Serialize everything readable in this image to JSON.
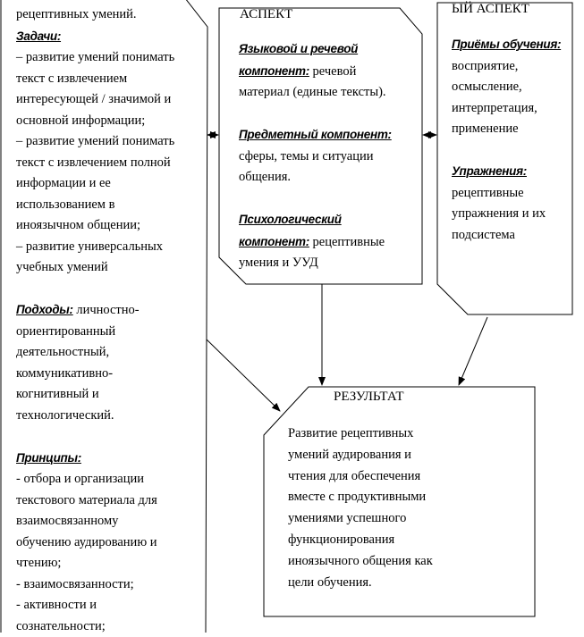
{
  "left_box": {
    "lines": [
      {
        "label": "",
        "text": "рецептивных умений."
      },
      {
        "label": "Задачи:",
        "text": ""
      },
      {
        "label": "",
        "text": "– развитие умений понимать"
      },
      {
        "label": "",
        "text": "текст с извлечением"
      },
      {
        "label": "",
        "text": "интересующей / значимой и"
      },
      {
        "label": "",
        "text": "основной информации;"
      },
      {
        "label": "",
        "text": "– развитие умений понимать"
      },
      {
        "label": "",
        "text": "текст с извлечением полной"
      },
      {
        "label": "",
        "text": "информации и ее"
      },
      {
        "label": "",
        "text": "использованием в"
      },
      {
        "label": "",
        "text": "иноязычном общении;"
      },
      {
        "label": "",
        "text": "– развитие универсальных"
      },
      {
        "label": "",
        "text": "учебных умений"
      },
      {
        "label": "",
        "text": ""
      },
      {
        "label": "Подходы:",
        "text": " личностно-"
      },
      {
        "label": "",
        "text": "ориентированный"
      },
      {
        "label": "",
        "text": "деятельностный,"
      },
      {
        "label": "",
        "text": "коммуникативно-"
      },
      {
        "label": "",
        "text": "когнитивный и"
      },
      {
        "label": "",
        "text": "технологический."
      },
      {
        "label": "",
        "text": ""
      },
      {
        "label": "Принципы:",
        "text": ""
      },
      {
        "label": "",
        "text": "- отбора и организации"
      },
      {
        "label": "",
        "text": "текстового материала для"
      },
      {
        "label": "",
        "text": "взаимосвязанному"
      },
      {
        "label": "",
        "text": "обучению аудированию и"
      },
      {
        "label": "",
        "text": "чтению;"
      },
      {
        "label": "",
        "text": "- взаимосвязанности;"
      },
      {
        "label": "",
        "text": "- активности и"
      },
      {
        "label": "",
        "text": "сознательности;"
      }
    ]
  },
  "middle_box": {
    "title": "АСПЕКТ",
    "lines": [
      {
        "label": "Языковой и речевой",
        "text": ""
      },
      {
        "label": "компонент:",
        "text": " речевой"
      },
      {
        "label": "",
        "text": "материал (единые тексты)."
      },
      {
        "label": "",
        "text": ""
      },
      {
        "label": "Предметный компонент:",
        "text": ""
      },
      {
        "label": "",
        "text": "сферы, темы и ситуации"
      },
      {
        "label": "",
        "text": "общения."
      },
      {
        "label": "",
        "text": ""
      },
      {
        "label": "Психологический",
        "text": ""
      },
      {
        "label": "компонент:",
        "text": " рецептивные"
      },
      {
        "label": "",
        "text": "умения и УУД"
      }
    ]
  },
  "right_box": {
    "title": "ЫЙ АСПЕКТ",
    "lines": [
      {
        "label": "Приёмы обучения:",
        "text": ""
      },
      {
        "label": "",
        "text": "восприятие,"
      },
      {
        "label": "",
        "text": "осмысление,"
      },
      {
        "label": "",
        "text": "интерпретация,"
      },
      {
        "label": "",
        "text": "применение"
      },
      {
        "label": "",
        "text": ""
      },
      {
        "label": "Упражнения:",
        "text": ""
      },
      {
        "label": "",
        "text": "рецептивные"
      },
      {
        "label": "",
        "text": "упражнения и их"
      },
      {
        "label": "",
        "text": "подсистема"
      }
    ]
  },
  "result_box": {
    "title": "РЕЗУЛЬТАТ",
    "lines": [
      "Развитие рецептивных",
      "умений аудирования и",
      "чтения для обеспечения",
      "вместе с продуктивными",
      "умениями успешного",
      "функционирования",
      "иноязычного общения как",
      "цели обучения."
    ]
  }
}
